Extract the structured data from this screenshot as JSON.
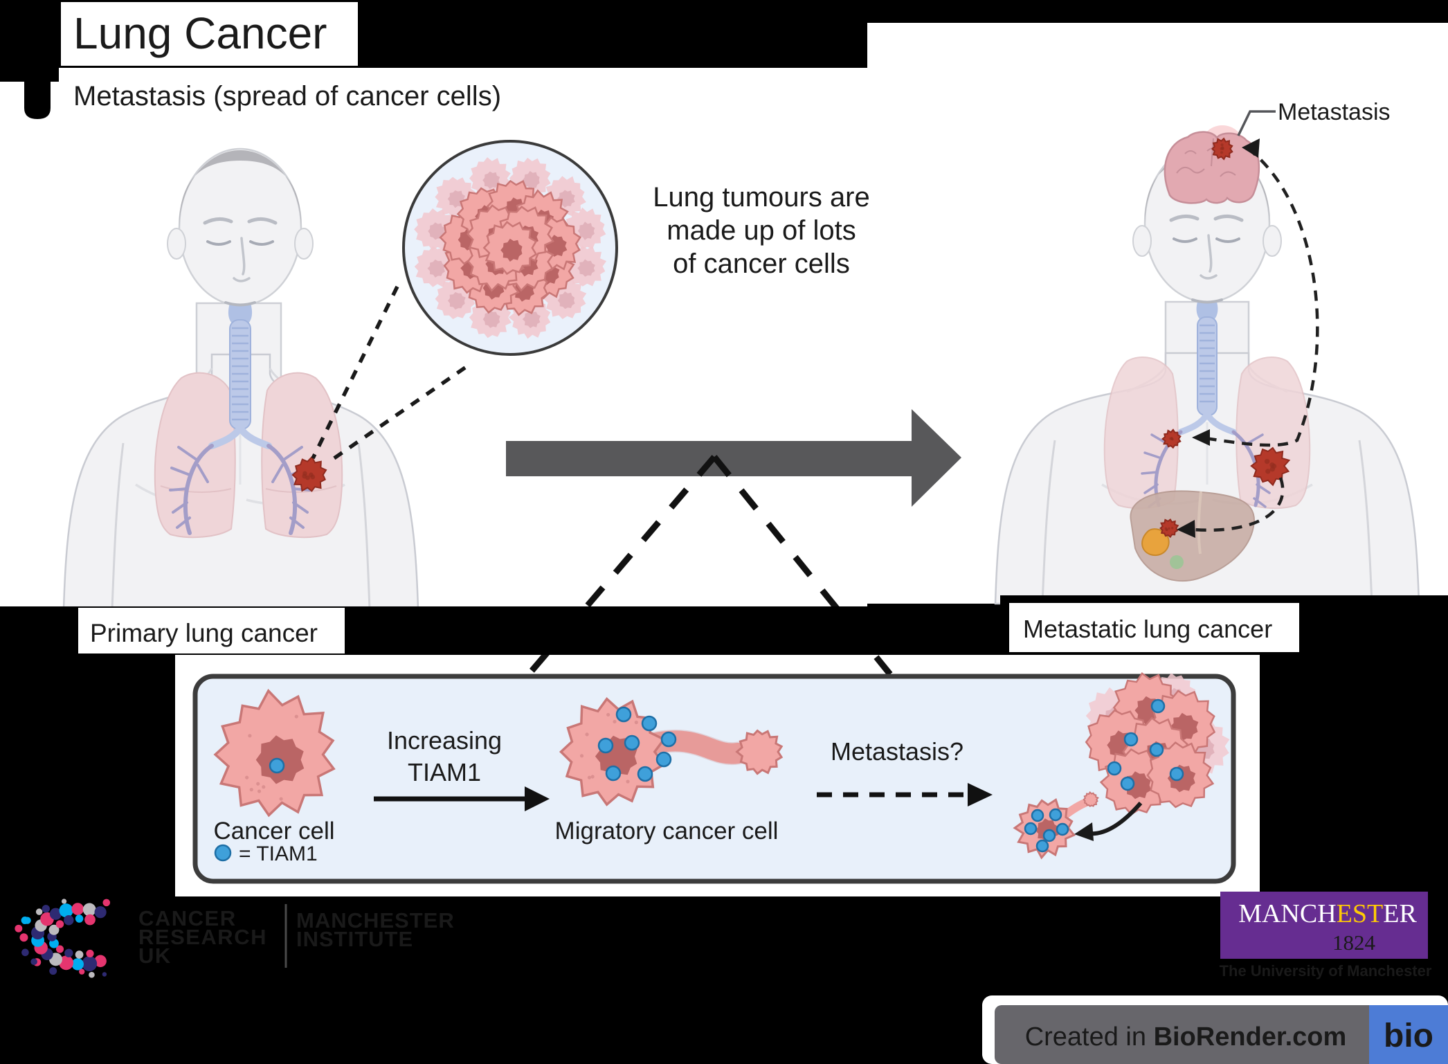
{
  "header": {
    "title": "Lung Cancer",
    "subtitle": "Metastasis (spread of cancer cells)"
  },
  "inset": {
    "line1": "Lung tumours are",
    "line2": "made up of lots",
    "line3": "of cancer cells"
  },
  "captions": {
    "left": "Primary lung cancer",
    "right": "Metastatic lung cancer",
    "metastasis_annotation": "Metastasis"
  },
  "panel": {
    "cell_label": "Cancer cell",
    "legend_label": "= TIAM1",
    "arrow_label_line1": "Increasing",
    "arrow_label_line2": "TIAM1",
    "migratory_label": "Migratory cancer cell",
    "question_label": "Metastasis?"
  },
  "footer": {
    "cruk": {
      "line1": "CANCER",
      "line2": "RESEARCH",
      "line3": "UK",
      "institute1": "MANCHESTER",
      "institute2": "INSTITUTE"
    },
    "university": {
      "part1": "MANCH",
      "part2": "EST",
      "part3": "ER",
      "year": "1824",
      "tagline": "The University of Manchester"
    },
    "biorender": {
      "prefix": "Created in ",
      "brand": "BioRender.com",
      "logo": "bio"
    }
  },
  "colors": {
    "tumour_red": "#b5392a",
    "tiam1_blue": "#3fa0da",
    "panel_blue": "#e8f0fa",
    "cruk_purple": "#2e2a72",
    "uom_purple": "#662d91",
    "uom_yellow": "#ffcb05",
    "biorender_blue": "#4d7cd6",
    "arrow_grey": "#58585a"
  }
}
